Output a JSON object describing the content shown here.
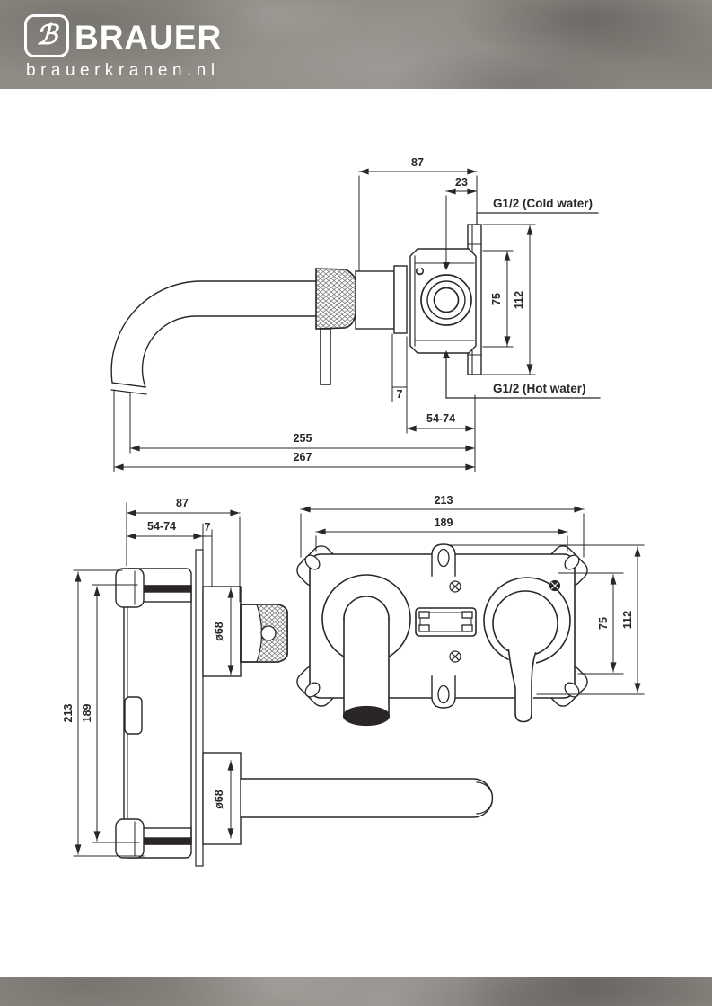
{
  "header": {
    "brand": "BRAUER",
    "website": "brauerkranen.nl",
    "monogram": "ℬ"
  },
  "top_drawing": {
    "dim_87": "87",
    "dim_23": "23",
    "label_cold": "G1/2 (Cold water)",
    "label_hot": "G1/2 (Hot water)",
    "dim_75": "75",
    "dim_112": "112",
    "dim_7": "7",
    "dim_54_74": "54-74",
    "dim_255": "255",
    "dim_267": "267",
    "marking_c": "C"
  },
  "side_drawing": {
    "dim_87": "87",
    "dim_7": "7",
    "dim_54_74": "54-74",
    "dim_213": "213",
    "dim_189": "189",
    "dim_d68_upper": "ø68",
    "dim_d68_lower": "ø68"
  },
  "front_drawing": {
    "dim_213": "213",
    "dim_189": "189",
    "dim_75": "75",
    "dim_112": "112"
  },
  "colors": {
    "line": "#2a2627",
    "paper": "#ffffff",
    "texture_base": "#8f8c86"
  }
}
